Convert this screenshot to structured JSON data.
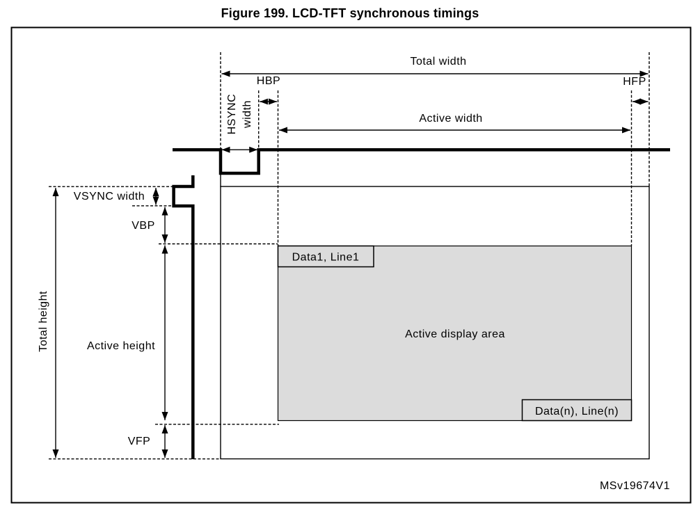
{
  "figure": {
    "title": "Figure 199. LCD-TFT synchronous timings",
    "watermark": "MSv19674V1"
  },
  "labels": {
    "total_width": "Total width",
    "hbp": "HBP",
    "hfp": "HFP",
    "active_width": "Active width",
    "hsync_line1": "HSYNC",
    "hsync_line2": "width",
    "vsync_width": "VSYNC width",
    "vbp": "VBP",
    "total_height": "Total height",
    "active_height": "Active height",
    "vfp": "VFP",
    "active_display_area": "Active display area",
    "data_first": "Data1, Line1",
    "data_last": "Data(n), Line(n)"
  },
  "colors": {
    "line": "#000000",
    "area_fill": "#dcdcdc",
    "background": "#ffffff"
  }
}
